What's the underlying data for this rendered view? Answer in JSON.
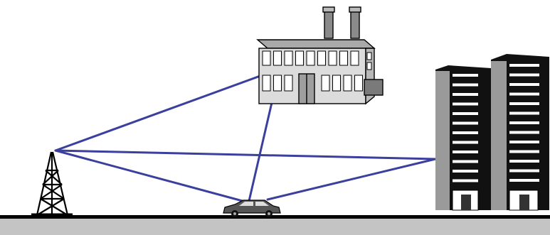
{
  "diagram": {
    "colors": {
      "background": "#ffffff",
      "ground": "#c4c4c4",
      "ground_line": "#000000",
      "signal_path": "#3b3f9e",
      "factory_wall": "#dcdcdc",
      "factory_window": "#ffffff",
      "skyscraper": "#111111",
      "skyscraper_shade": "#9a9a9a",
      "car": "#444444"
    },
    "elements": [
      {
        "id": "transmitter-tower",
        "icon": "radio-tower-icon"
      },
      {
        "id": "factory",
        "icon": "factory-icon"
      },
      {
        "id": "skyscrapers",
        "icon": "skyscraper-icon"
      },
      {
        "id": "car",
        "icon": "car-icon"
      }
    ],
    "signal_paths": [
      {
        "from": "transmitter-tower",
        "to": "factory"
      },
      {
        "from": "transmitter-tower",
        "to": "skyscrapers"
      },
      {
        "from": "transmitter-tower",
        "to": "car"
      },
      {
        "from": "factory",
        "to": "car"
      },
      {
        "from": "skyscrapers",
        "to": "car"
      }
    ]
  }
}
